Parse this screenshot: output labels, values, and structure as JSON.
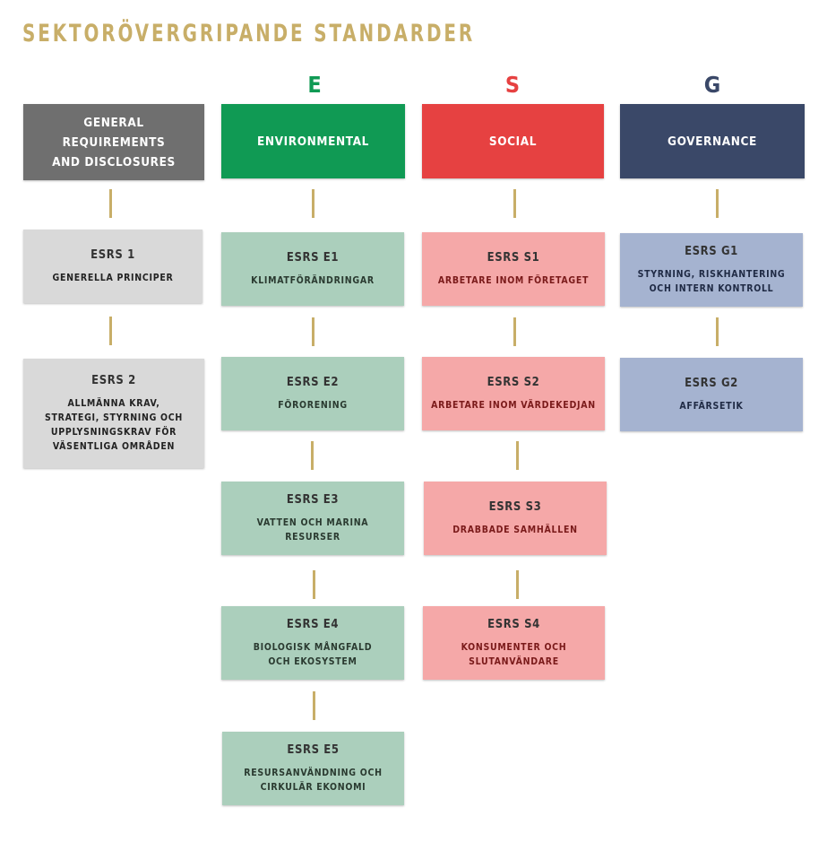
{
  "title": "SEKTORÖVERGRIPANDE STANDARDER",
  "colors": {
    "gold": "#c8ae68",
    "general_header": "#6f6f6f",
    "general_box": "#d9d9d9",
    "env_header": "#109a54",
    "env_box": "#abcfbc",
    "social_header": "#e64141",
    "social_box": "#f5a8a8",
    "gov_header": "#3a4868",
    "gov_box": "#a5b3d0"
  },
  "columns": [
    {
      "letter": "",
      "header": "GENERAL REQUIREMENTS\nAND DISCLOSURES",
      "items": [
        {
          "code": "ESRS 1",
          "desc": "GENERELLA PRINCIPER"
        },
        {
          "code": "ESRS 2",
          "desc": "ALLMÄNNA KRAV,\nSTRATEGI, STYRNING OCH\nUPPLYSNINGSKRAV FÖR\nVÄSENTLIGA OMRÅDEN"
        }
      ]
    },
    {
      "letter": "E",
      "header": "ENVIRONMENTAL",
      "items": [
        {
          "code": "ESRS E1",
          "desc": "KLIMATFÖRÄNDRINGAR"
        },
        {
          "code": "ESRS E2",
          "desc": "FÖRORENING"
        },
        {
          "code": "ESRS E3",
          "desc": "VATTEN OCH MARINA RESURSER"
        },
        {
          "code": "ESRS E4",
          "desc": "BIOLOGISK MÅNGFALD\nOCH EKOSYSTEM"
        },
        {
          "code": "ESRS E5",
          "desc": "RESURSANVÄNDNING OCH\nCIRKULÄR EKONOMI"
        }
      ]
    },
    {
      "letter": "S",
      "header": "SOCIAL",
      "items": [
        {
          "code": "ESRS S1",
          "desc": "ARBETARE INOM FÖRETAGET"
        },
        {
          "code": "ESRS S2",
          "desc": "ARBETARE INOM VÄRDEKEDJAN"
        },
        {
          "code": "ESRS S3",
          "desc": "DRABBADE SAMHÄLLEN"
        },
        {
          "code": "ESRS S4",
          "desc": "KONSUMENTER OCH\nSLUTANVÄNDARE"
        }
      ]
    },
    {
      "letter": "G",
      "header": "GOVERNANCE",
      "items": [
        {
          "code": "ESRS G1",
          "desc": "STYRNING, RISKHANTERING\nOCH INTERN KONTROLL"
        },
        {
          "code": "ESRS G2",
          "desc": "AFFÄRSETIK"
        }
      ]
    }
  ]
}
